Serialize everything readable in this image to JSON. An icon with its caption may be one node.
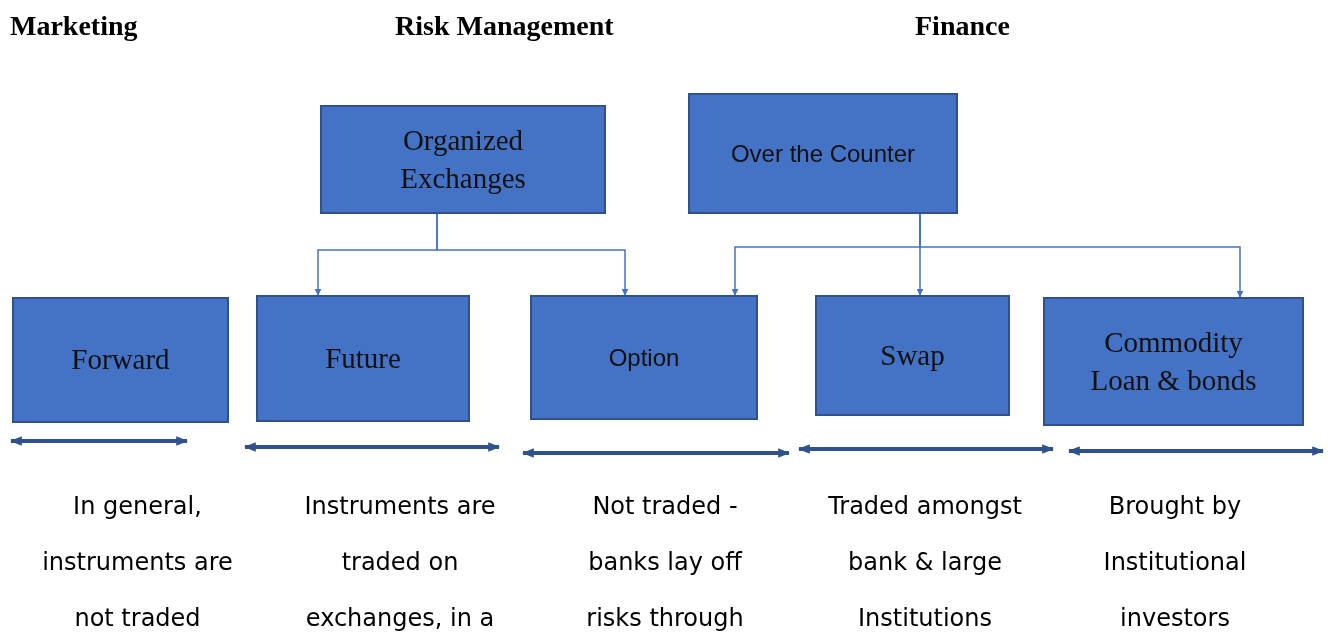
{
  "diagram": {
    "nodes": [
      {
        "text": [
          "Organized Exchanges"
        ]
      },
      {
        "text": [
          "Over the Counter"
        ]
      },
      {
        "text": [
          "Forward"
        ],
        "beside": [
          "In general, instruments are not traded"
        ]
      },
      {
        "text": [
          "Future"
        ],
        "beside": [
          "Instruments are traded on exchanges, in a"
        ]
      },
      {
        "text": [
          "Option"
        ],
        "beside": [
          "Not traded - banks lay off risks through"
        ]
      },
      {
        "text": [
          "Swap"
        ],
        "beside": [
          "Traded amongst bank & large Institutions"
        ]
      },
      {
        "text": [
          "Commodity Loan & bonds"
        ],
        "beside": [
          "Brought by Institutional investors"
        ]
      }
    ],
    "edges": [
      {
        "from": 0,
        "to": 3,
        "arrow": "to"
      },
      {
        "from": 0,
        "to": 4,
        "arrow": "to"
      },
      {
        "from": 1,
        "to": 4,
        "arrow": "to"
      },
      {
        "from": 1,
        "to": 5,
        "arrow": "to"
      },
      {
        "from": 1,
        "to": 6,
        "arrow": "to"
      }
    ],
    "labels": [
      "Marketing",
      "Risk Management",
      "Finance"
    ]
  }
}
